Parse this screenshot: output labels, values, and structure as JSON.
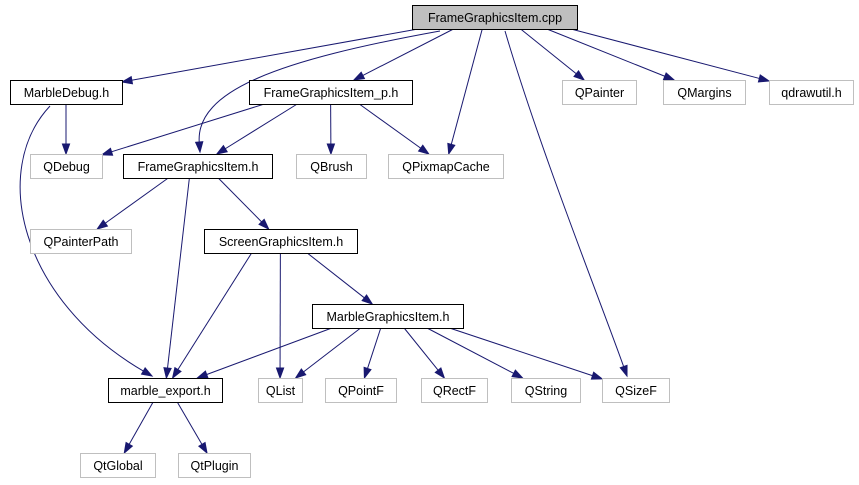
{
  "graph": {
    "nodes": {
      "root": {
        "label": "FrameGraphicsItem.cpp",
        "style": "root"
      },
      "marble_debug": {
        "label": "MarbleDebug.h",
        "style": "dark"
      },
      "fgi_p": {
        "label": "FrameGraphicsItem_p.h",
        "style": "dark"
      },
      "qpainter": {
        "label": "QPainter",
        "style": "light"
      },
      "qmargins": {
        "label": "QMargins",
        "style": "light"
      },
      "qdrawutil": {
        "label": "qdrawutil.h",
        "style": "light"
      },
      "qdebug": {
        "label": "QDebug",
        "style": "light"
      },
      "fgi_h": {
        "label": "FrameGraphicsItem.h",
        "style": "dark"
      },
      "qbrush": {
        "label": "QBrush",
        "style": "light"
      },
      "qpixmapcache": {
        "label": "QPixmapCache",
        "style": "light"
      },
      "qpainterpath": {
        "label": "QPainterPath",
        "style": "light"
      },
      "sgi_h": {
        "label": "ScreenGraphicsItem.h",
        "style": "dark"
      },
      "mgi_h": {
        "label": "MarbleGraphicsItem.h",
        "style": "dark"
      },
      "marble_export": {
        "label": "marble_export.h",
        "style": "dark"
      },
      "qlist": {
        "label": "QList",
        "style": "light"
      },
      "qpointf": {
        "label": "QPointF",
        "style": "light"
      },
      "qrectf": {
        "label": "QRectF",
        "style": "light"
      },
      "qstring": {
        "label": "QString",
        "style": "light"
      },
      "qsizef": {
        "label": "QSizeF",
        "style": "light"
      },
      "qtglobal": {
        "label": "QtGlobal",
        "style": "light"
      },
      "qtplugin": {
        "label": "QtPlugin",
        "style": "light"
      }
    },
    "edges": [
      [
        "root",
        "marble_debug"
      ],
      [
        "root",
        "fgi_p"
      ],
      [
        "root",
        "fgi_h"
      ],
      [
        "root",
        "qpixmapcache"
      ],
      [
        "root",
        "qpainter"
      ],
      [
        "root",
        "qmargins"
      ],
      [
        "root",
        "qdrawutil"
      ],
      [
        "root",
        "qsizef"
      ],
      [
        "marble_debug",
        "qdebug"
      ],
      [
        "marble_debug",
        "marble_export"
      ],
      [
        "fgi_p",
        "qdebug"
      ],
      [
        "fgi_p",
        "fgi_h"
      ],
      [
        "fgi_p",
        "qbrush"
      ],
      [
        "fgi_p",
        "qpixmapcache"
      ],
      [
        "fgi_h",
        "qpainterpath"
      ],
      [
        "fgi_h",
        "sgi_h"
      ],
      [
        "fgi_h",
        "marble_export"
      ],
      [
        "sgi_h",
        "mgi_h"
      ],
      [
        "sgi_h",
        "marble_export"
      ],
      [
        "sgi_h",
        "qlist"
      ],
      [
        "mgi_h",
        "marble_export"
      ],
      [
        "mgi_h",
        "qlist"
      ],
      [
        "mgi_h",
        "qpointf"
      ],
      [
        "mgi_h",
        "qrectf"
      ],
      [
        "mgi_h",
        "qstring"
      ],
      [
        "mgi_h",
        "qsizef"
      ],
      [
        "marble_export",
        "qtglobal"
      ],
      [
        "marble_export",
        "qtplugin"
      ]
    ]
  }
}
